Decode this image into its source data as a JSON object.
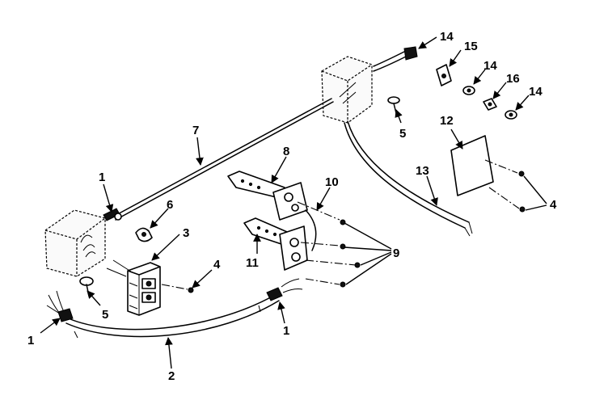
{
  "callouts": [
    {
      "id": "c1a",
      "text": "1"
    },
    {
      "id": "c1b",
      "text": "1"
    },
    {
      "id": "c1c",
      "text": "1"
    },
    {
      "id": "c2",
      "text": "2"
    },
    {
      "id": "c3",
      "text": "3"
    },
    {
      "id": "c4a",
      "text": "4"
    },
    {
      "id": "c4b",
      "text": "4"
    },
    {
      "id": "c5a",
      "text": "5"
    },
    {
      "id": "c5b",
      "text": "5"
    },
    {
      "id": "c6",
      "text": "6"
    },
    {
      "id": "c7",
      "text": "7"
    },
    {
      "id": "c8",
      "text": "8"
    },
    {
      "id": "c9",
      "text": "9"
    },
    {
      "id": "c10",
      "text": "10"
    },
    {
      "id": "c11",
      "text": "11"
    },
    {
      "id": "c12",
      "text": "12"
    },
    {
      "id": "c13",
      "text": "13"
    },
    {
      "id": "c14a",
      "text": "14"
    },
    {
      "id": "c14b",
      "text": "14"
    },
    {
      "id": "c14c",
      "text": "14"
    },
    {
      "id": "c15",
      "text": "15"
    },
    {
      "id": "c16",
      "text": "16"
    }
  ]
}
